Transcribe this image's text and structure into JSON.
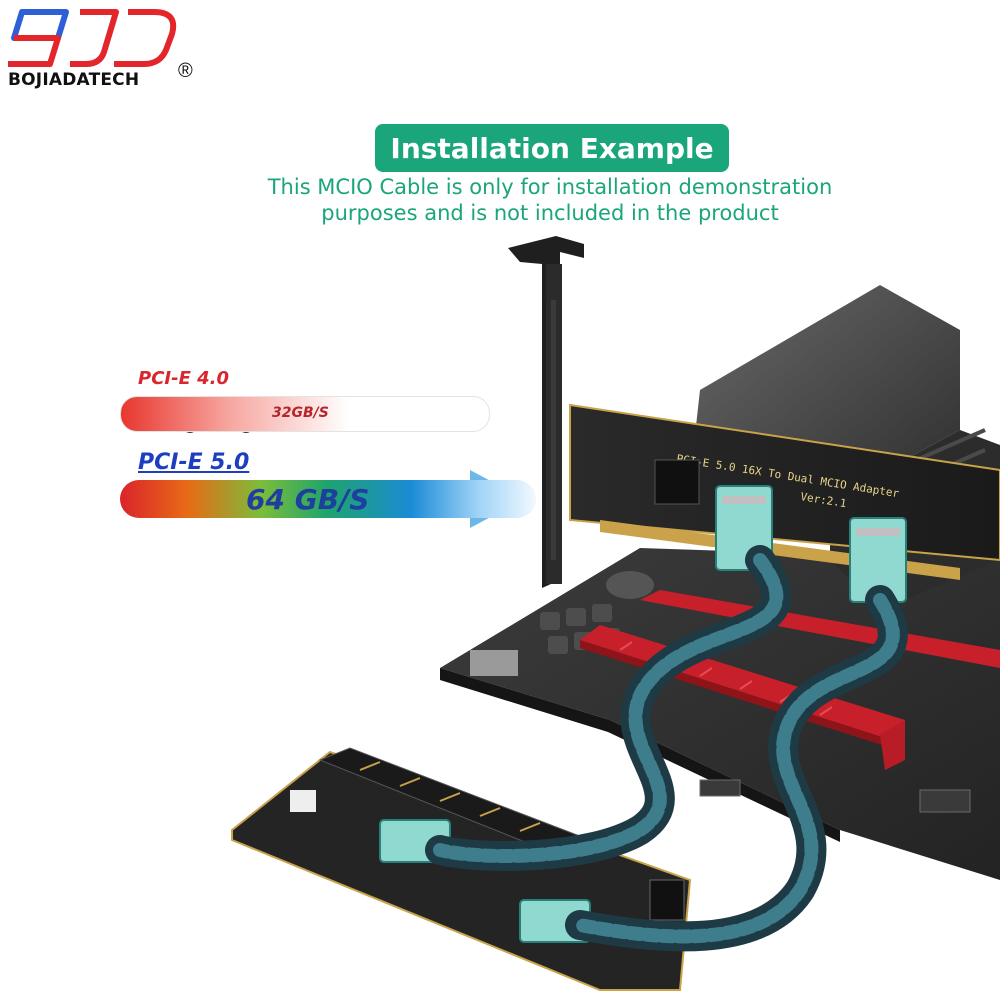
{
  "brand": {
    "name": "BOJIADATECH",
    "registered_mark": "®",
    "logo_letters": "BJD",
    "logo_color": "#e2262b",
    "logo_accent": "#2f5fd6"
  },
  "header": {
    "title": "Installation Example",
    "subtitle_line1": "This MCIO Cable is only for installation demonstration",
    "subtitle_line2": "purposes and is not included in the product",
    "accent_color": "#1aa57a"
  },
  "speeds": {
    "pcie4_label": "PCI-E  4.0",
    "pcie4_value": "32GB/S",
    "pcie4_icon": "sports-car-icon",
    "pcie5_label": "PCI-E  5.0",
    "pcie5_value": "64 GB/S",
    "pcie5_icon": "rocket-icon"
  },
  "card": {
    "silkscreen_line1": "PCI-E 5.0  16X  To Dual  MCIO  Adapter",
    "silkscreen_line2": "Ver:2.1"
  }
}
